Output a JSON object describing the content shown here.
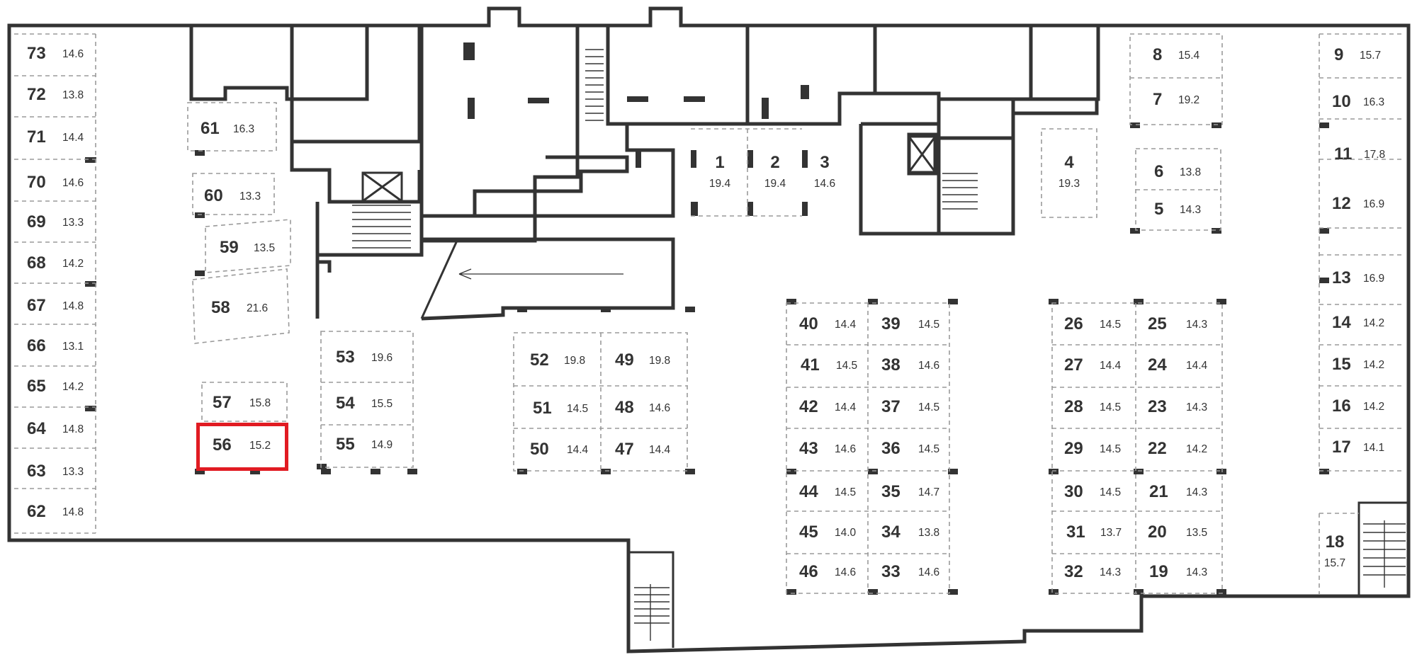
{
  "map": {
    "selected_spot": "56",
    "highlight_color": "#e11b22",
    "wall_color": "#333333",
    "spot_line_color": "#9a9a9a"
  },
  "spots": {
    "s1": {
      "number": "1",
      "area": "19.4"
    },
    "s2": {
      "number": "2",
      "area": "19.4"
    },
    "s3": {
      "number": "3",
      "area": "14.6"
    },
    "s4": {
      "number": "4",
      "area": "19.3"
    },
    "s5": {
      "number": "5",
      "area": "14.3"
    },
    "s6": {
      "number": "6",
      "area": "13.8"
    },
    "s7": {
      "number": "7",
      "area": "19.2"
    },
    "s8": {
      "number": "8",
      "area": "15.4"
    },
    "s9": {
      "number": "9",
      "area": "15.7"
    },
    "s10": {
      "number": "10",
      "area": "16.3"
    },
    "s11": {
      "number": "11",
      "area": "17.8"
    },
    "s12": {
      "number": "12",
      "area": "16.9"
    },
    "s13": {
      "number": "13",
      "area": "16.9"
    },
    "s14": {
      "number": "14",
      "area": "14.2"
    },
    "s15": {
      "number": "15",
      "area": "14.2"
    },
    "s16": {
      "number": "16",
      "area": "14.2"
    },
    "s17": {
      "number": "17",
      "area": "14.1"
    },
    "s18": {
      "number": "18",
      "area": "15.7"
    },
    "s19": {
      "number": "19",
      "area": "14.3"
    },
    "s20": {
      "number": "20",
      "area": "13.5"
    },
    "s21": {
      "number": "21",
      "area": "14.3"
    },
    "s22": {
      "number": "22",
      "area": "14.2"
    },
    "s23": {
      "number": "23",
      "area": "14.3"
    },
    "s24": {
      "number": "24",
      "area": "14.4"
    },
    "s25": {
      "number": "25",
      "area": "14.3"
    },
    "s26": {
      "number": "26",
      "area": "14.5"
    },
    "s27": {
      "number": "27",
      "area": "14.4"
    },
    "s28": {
      "number": "28",
      "area": "14.5"
    },
    "s29": {
      "number": "29",
      "area": "14.5"
    },
    "s30": {
      "number": "30",
      "area": "14.5"
    },
    "s31": {
      "number": "31",
      "area": "13.7"
    },
    "s32": {
      "number": "32",
      "area": "14.3"
    },
    "s33": {
      "number": "33",
      "area": "14.6"
    },
    "s34": {
      "number": "34",
      "area": "13.8"
    },
    "s35": {
      "number": "35",
      "area": "14.7"
    },
    "s36": {
      "number": "36",
      "area": "14.5"
    },
    "s37": {
      "number": "37",
      "area": "14.5"
    },
    "s38": {
      "number": "38",
      "area": "14.6"
    },
    "s39": {
      "number": "39",
      "area": "14.5"
    },
    "s40": {
      "number": "40",
      "area": "14.4"
    },
    "s41": {
      "number": "41",
      "area": "14.5"
    },
    "s42": {
      "number": "42",
      "area": "14.4"
    },
    "s43": {
      "number": "43",
      "area": "14.6"
    },
    "s44": {
      "number": "44",
      "area": "14.5"
    },
    "s45": {
      "number": "45",
      "area": "14.0"
    },
    "s46": {
      "number": "46",
      "area": "14.6"
    },
    "s47": {
      "number": "47",
      "area": "14.4"
    },
    "s48": {
      "number": "48",
      "area": "14.6"
    },
    "s49": {
      "number": "49",
      "area": "19.8"
    },
    "s50": {
      "number": "50",
      "area": "14.4"
    },
    "s51": {
      "number": "51",
      "area": "14.5"
    },
    "s52": {
      "number": "52",
      "area": "19.8"
    },
    "s53": {
      "number": "53",
      "area": "19.6"
    },
    "s54": {
      "number": "54",
      "area": "15.5"
    },
    "s55": {
      "number": "55",
      "area": "14.9"
    },
    "s56": {
      "number": "56",
      "area": "15.2"
    },
    "s57": {
      "number": "57",
      "area": "15.8"
    },
    "s58": {
      "number": "58",
      "area": "21.6"
    },
    "s59": {
      "number": "59",
      "area": "13.5"
    },
    "s60": {
      "number": "60",
      "area": "13.3"
    },
    "s61": {
      "number": "61",
      "area": "16.3"
    },
    "s62": {
      "number": "62",
      "area": "14.8"
    },
    "s63": {
      "number": "63",
      "area": "13.3"
    },
    "s64": {
      "number": "64",
      "area": "14.8"
    },
    "s65": {
      "number": "65",
      "area": "14.2"
    },
    "s66": {
      "number": "66",
      "area": "13.1"
    },
    "s67": {
      "number": "67",
      "area": "14.8"
    },
    "s68": {
      "number": "68",
      "area": "14.2"
    },
    "s69": {
      "number": "69",
      "area": "13.3"
    },
    "s70": {
      "number": "70",
      "area": "14.6"
    },
    "s71": {
      "number": "71",
      "area": "14.4"
    },
    "s72": {
      "number": "72",
      "area": "13.8"
    },
    "s73": {
      "number": "73",
      "area": "14.6"
    }
  }
}
